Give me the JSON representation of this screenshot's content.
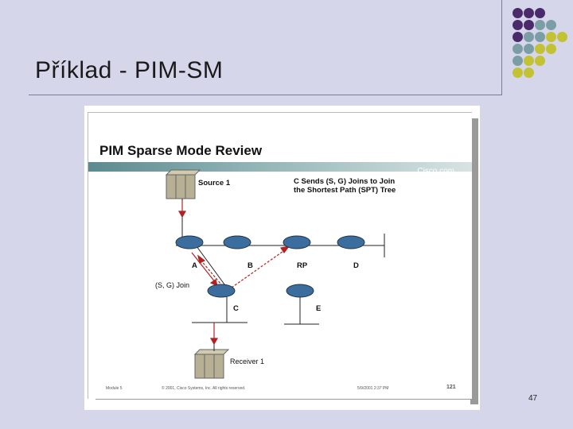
{
  "slide": {
    "title": "Příklad - PIM-SM",
    "page_number": "47"
  },
  "image": {
    "title": "PIM Sparse Mode Review",
    "brand": "Cisco.com",
    "source_label": "Source 1",
    "receiver_label": "Receiver 1",
    "note_line1": "C Sends (S, G) Joins to Join",
    "note_line2": "the Shortest Path (SPT) Tree",
    "join_label": "(S, G) Join",
    "routers": {
      "a": "A",
      "b": "B",
      "rp": "RP",
      "d": "D",
      "c": "C",
      "e": "E"
    },
    "footer_left": "Module 5",
    "footer_mid": "© 2001, Cisco Systems, Inc. All rights reserved.",
    "footer_right": "5/9/2001 2:37 PM",
    "footer_page": "121"
  },
  "colors": {
    "dots_purple": "#4a2a6a",
    "dots_teal": "#7b9ea6",
    "dots_olive": "#c2c234"
  }
}
